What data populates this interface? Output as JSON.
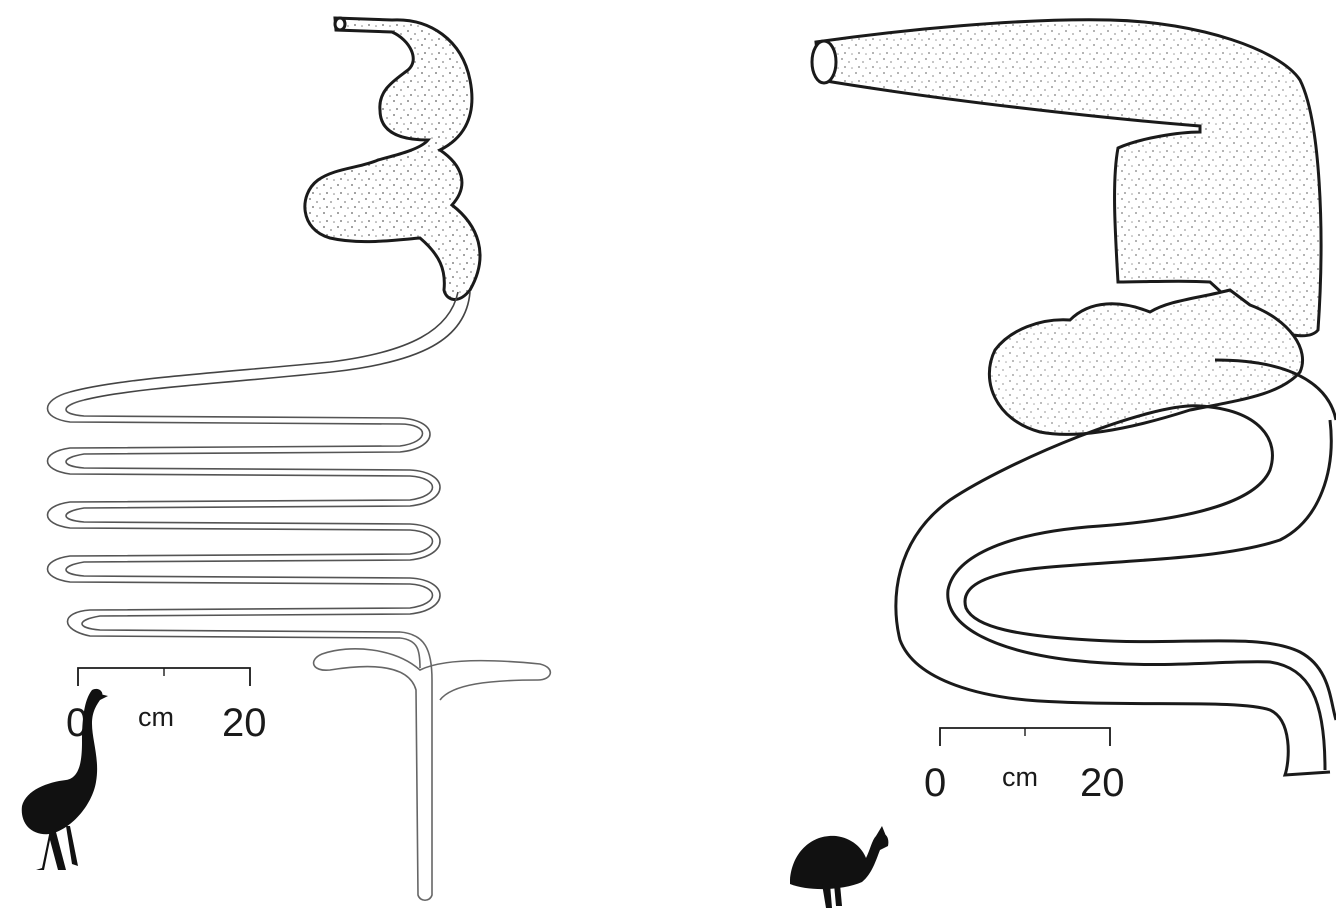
{
  "figure": {
    "left_panel": {
      "scale_bar": {
        "start": "0",
        "unit": "cm",
        "end": "20"
      },
      "bird_icon": "emu-silhouette-icon"
    },
    "right_panel": {
      "scale_bar": {
        "start": "0",
        "unit": "cm",
        "end": "20"
      },
      "bird_icon": "cassowary-silhouette-icon"
    },
    "colors": {
      "ink": "#1a1a1a",
      "background": "#ffffff"
    }
  }
}
